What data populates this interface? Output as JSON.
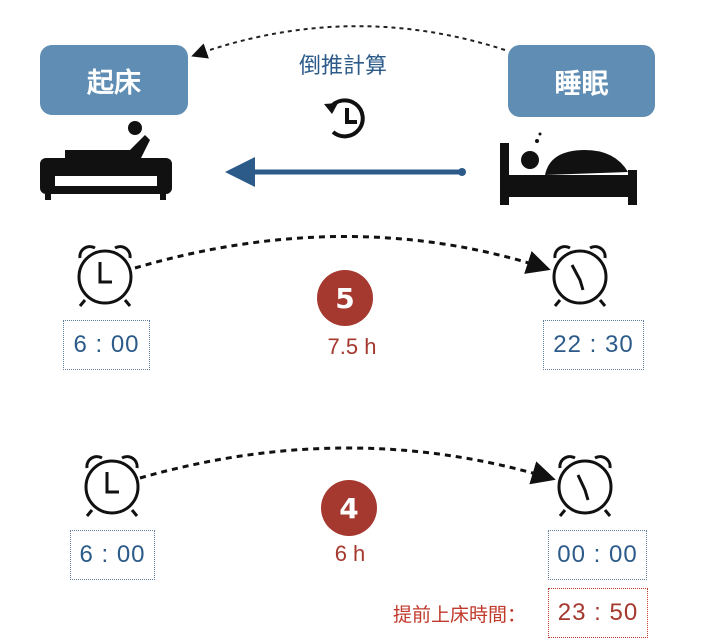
{
  "header": {
    "wake_label": "起床",
    "sleep_label": "睡眠",
    "calc_label": "倒推計算"
  },
  "rows": [
    {
      "cycles": "5",
      "duration": "7.5 h",
      "wake_time": "6 : 00",
      "sleep_time": "22 : 30"
    },
    {
      "cycles": "4",
      "duration": "6 h",
      "wake_time": "6 : 00",
      "sleep_time": "00 : 00"
    }
  ],
  "early_bed": {
    "label": "提前上床時間：",
    "time": "23 : 50"
  },
  "colors": {
    "tag_blue": "#5f8db3",
    "text_blue": "#2c5b8a",
    "red": "#a5382f",
    "label_red": "#c0392b"
  }
}
